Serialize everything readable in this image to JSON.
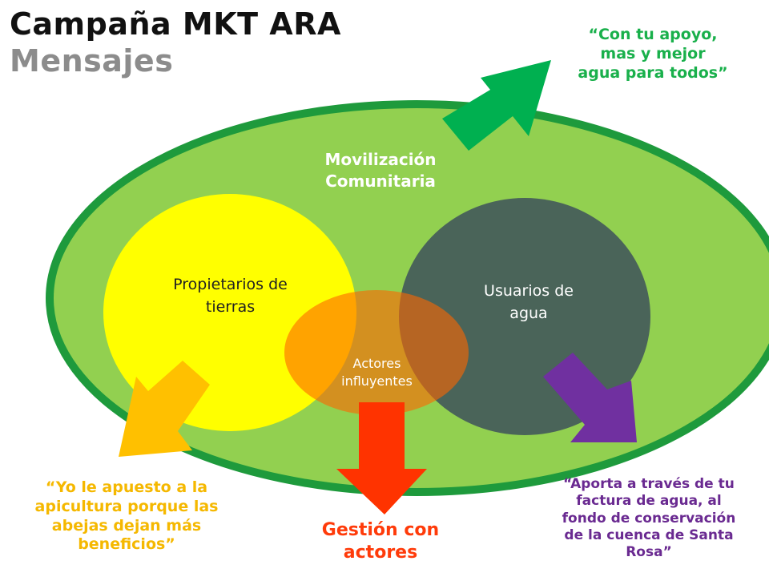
{
  "title": {
    "line1": "Campaña MKT ARA",
    "line2": "Mensajes"
  },
  "nodes": {
    "movilizacion": {
      "line1": "Movilización",
      "line2": "Comunitaria"
    },
    "propietarios": {
      "line1": "Propietarios de",
      "line2": "tierras"
    },
    "usuarios": {
      "line1": "Usuarios de",
      "line2": "agua"
    },
    "actores": {
      "line1": "Actores",
      "line2": "influyentes"
    }
  },
  "messages": {
    "green": [
      "“Con tu apoyo,",
      "mas y mejor",
      "agua para todos”"
    ],
    "orange": [
      "“Yo le apuesto a la",
      "apicultura porque las",
      "abejas dejan más",
      "beneficios”"
    ],
    "red": [
      "Gestión con",
      "actores"
    ],
    "purple": [
      "“Aporta a través de tu",
      "factura de agua, al",
      "fondo de conservación",
      "de la cuenca de Santa",
      "Rosa”"
    ]
  },
  "colors": {
    "outer_ellipse": "#92d050",
    "outer_border": "#1e9a3c",
    "propietarios": "#ffff00",
    "usuarios": "#4a6459",
    "actores_overlay": "#ff6600",
    "arrow_green": "#00b050",
    "arrow_orange": "#ffc000",
    "arrow_red": "#ff3300",
    "arrow_purple": "#7030a0"
  }
}
